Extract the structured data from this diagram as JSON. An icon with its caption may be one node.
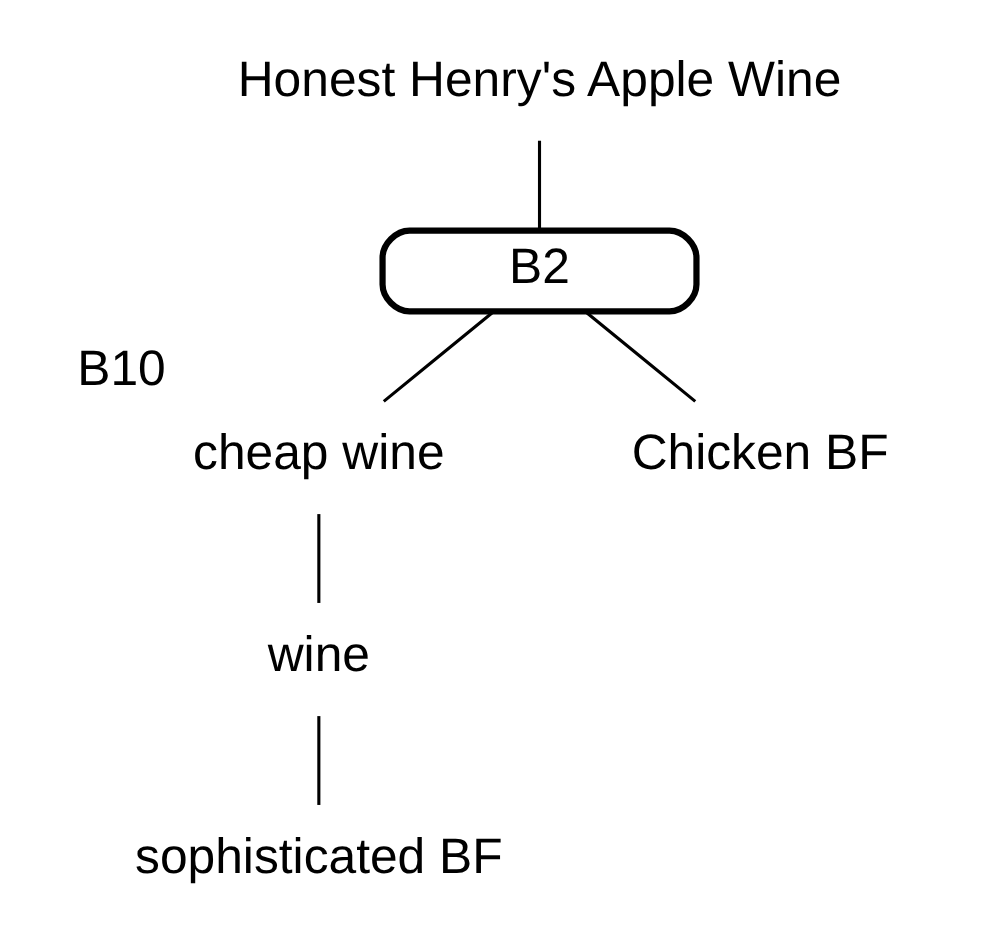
{
  "diagram": {
    "nodes": [
      {
        "text": [
          "Honest Henry's Apple Wine"
        ]
      },
      {
        "text": [
          "B2"
        ]
      },
      {
        "text": [
          "cheap wine"
        ],
        "beside": [
          "B10"
        ]
      },
      {
        "text": [
          "Chicken BF"
        ]
      },
      {
        "text": [
          "wine"
        ]
      },
      {
        "text": [
          "sophisticated BF"
        ]
      }
    ],
    "edges": [
      {
        "from": 0,
        "to": 1,
        "arrow": "none"
      },
      {
        "from": 1,
        "to": 2,
        "arrow": "none"
      },
      {
        "from": 1,
        "to": 3,
        "arrow": "none"
      },
      {
        "from": 2,
        "to": 4,
        "arrow": "none"
      },
      {
        "from": 4,
        "to": 5,
        "arrow": "none"
      }
    ]
  }
}
